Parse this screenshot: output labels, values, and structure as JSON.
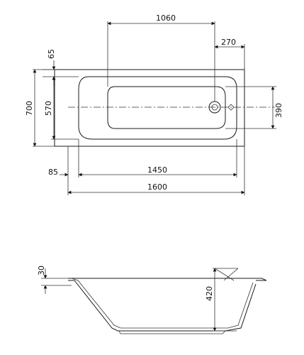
{
  "plan_view": {
    "dim_1060": "1060",
    "dim_270": "270",
    "dim_65": "65",
    "dim_700": "700",
    "dim_570": "570",
    "dim_390": "390",
    "dim_85": "85",
    "dim_1450": "1450",
    "dim_1600": "1600"
  },
  "section_view": {
    "dim_30": "30",
    "dim_420": "420"
  }
}
